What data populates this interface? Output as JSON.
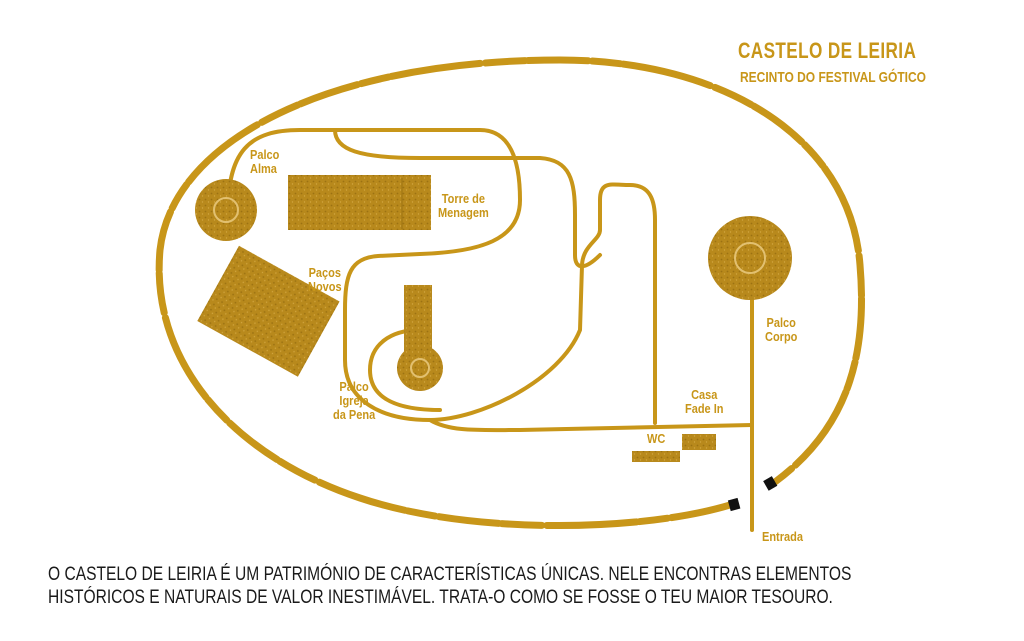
{
  "header": {
    "title": "CASTELO DE LEIRIA",
    "subtitle": "RECINTO DO FESTIVAL GÓTICO"
  },
  "labels": {
    "palco_alma": "Palco\nAlma",
    "torre_menagem": "Torre de\nMenagem",
    "pacos_novos": "Paços\nNovos",
    "palco_igreja": "Palco\nIgreja\nda Pena",
    "palco_corpo": "Palco\nCorpo",
    "casa_fade_in": "Casa\nFade In",
    "wc": "WC",
    "entrada": "Entrada"
  },
  "footer": {
    "line1": "O CASTELO DE LEIRIA É UM PATRIMÓNIO DE CARACTERÍSTICAS ÚNICAS. NELE ENCONTRAS ELEMENTOS",
    "line2": "HISTÓRICOS E NATURAIS DE VALOR INESTIMÁVEL. TRATA-O COMO SE FOSSE O TEU MAIOR TESOURO."
  },
  "colors": {
    "map_gold": "#c89619",
    "building_fill": "#b8891c",
    "footer_text": "#1a1a1a",
    "gate_marker": "#111111"
  }
}
